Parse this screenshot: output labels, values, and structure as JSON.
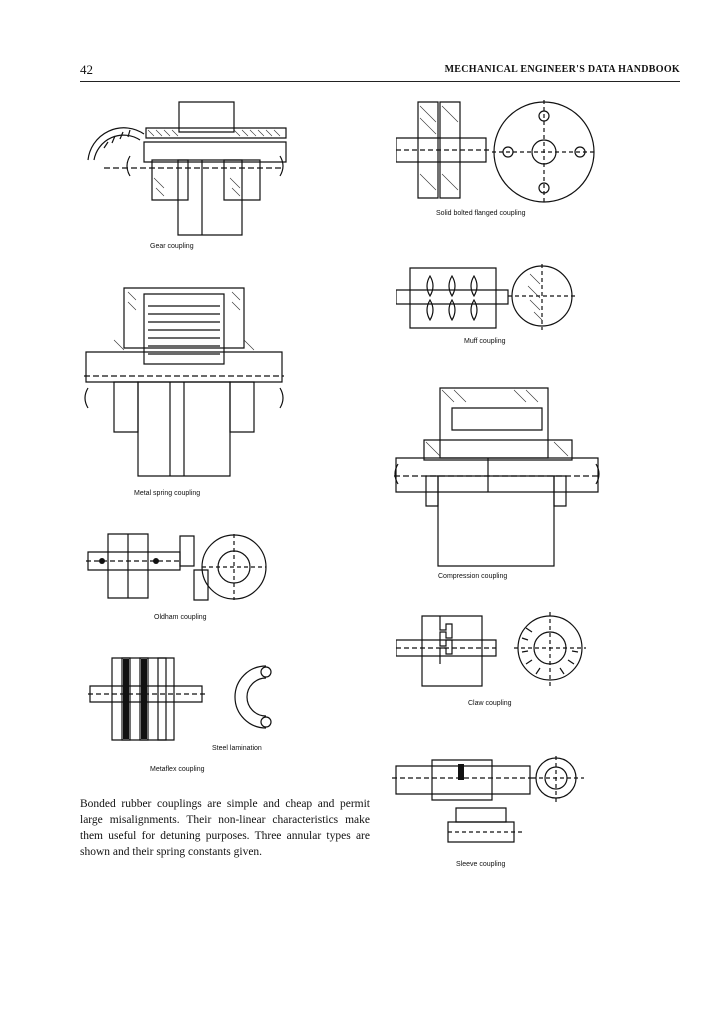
{
  "header": {
    "page_number": "42",
    "running_title": "MECHANICAL ENGINEER'S DATA HANDBOOK"
  },
  "figures": {
    "gear": {
      "caption": "Gear coupling"
    },
    "metal_spring": {
      "caption": "Metal spring coupling"
    },
    "oldham": {
      "caption": "Oldham coupling"
    },
    "metaflex": {
      "caption": "Metaflex coupling",
      "callout": "Steel lamination"
    },
    "solid_bolted": {
      "caption": "Solid bolted flanged coupling"
    },
    "muff": {
      "caption": "Muff coupling"
    },
    "compression": {
      "caption": "Compression coupling"
    },
    "claw": {
      "caption": "Claw coupling"
    },
    "sleeve": {
      "caption": "Sleeve coupling"
    }
  },
  "body_text": "Bonded rubber couplings are simple and cheap and permit large misalignments. Their non-linear characteristics make them useful for detuning purposes. Three annular types are shown and their spring constants given."
}
